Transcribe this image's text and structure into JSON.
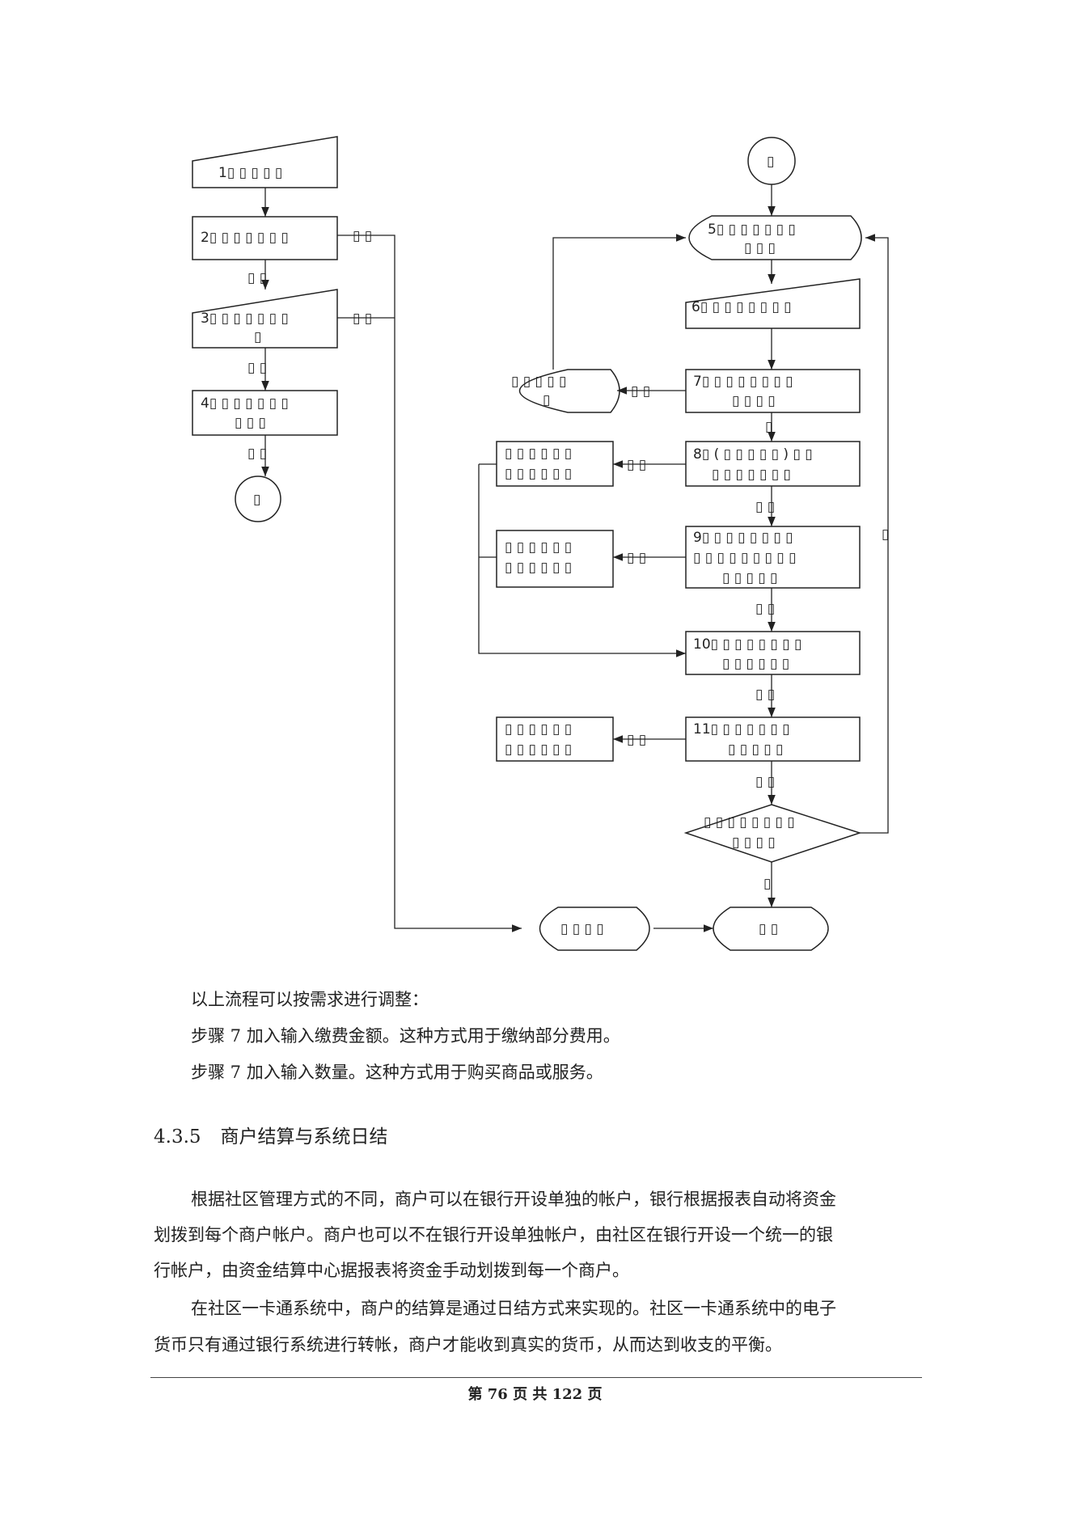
{
  "flowchart": {
    "nodes": {
      "n1": "1▯ ▯ ▯ ▯ ▯",
      "n2": "2▯ ▯ ▯ ▯ ▯ ▯ ▯",
      "n3a": "3▯ ▯ ▯ ▯ ▯ ▯ ▯",
      "n3b": "▯",
      "n4a": "4▯ ▯ ▯ ▯ ▯ ▯ ▯",
      "n4b": "▯ ▯ ▯",
      "conn_a": "▯",
      "conn_b": "▯",
      "n5a": "5▯ ▯ ▯ ▯ ▯ ▯ ▯",
      "n5b": "▯ ▯ ▯",
      "n6": "6▯ ▯ ▯ ▯ ▯ ▯ ▯ ▯",
      "n7a": "7▯ ▯ ▯ ▯ ▯ ▯ ▯ ▯",
      "n7b": "▯ ▯ ▯ ▯",
      "t7a": "▯ ▯ ▯ ▯ ▯",
      "t7b": "▯",
      "n8a": "8▯ ( ▯ ▯ ▯ ▯ ▯ ) ▯ ▯",
      "n8b": "▯ ▯ ▯ ▯ ▯ ▯ ▯",
      "b8a": "▯ ▯ ▯ ▯ ▯ ▯",
      "b8b": "▯ ▯ ▯ ▯ ▯ ▯",
      "n9a": "9▯ ▯ ▯ ▯ ▯ ▯ ▯ ▯",
      "n9b": "▯ ▯ ▯ ▯ ▯ ▯ ▯ ▯ ▯",
      "n9c": "▯ ▯ ▯ ▯ ▯",
      "b9a": "▯ ▯ ▯ ▯ ▯ ▯",
      "b9b": "▯ ▯ ▯ ▯ ▯ ▯",
      "n10a": "10▯ ▯ ▯ ▯ ▯ ▯ ▯ ▯",
      "n10b": "▯ ▯ ▯ ▯ ▯ ▯",
      "n11a": "11▯ ▯ ▯ ▯ ▯ ▯ ▯",
      "n11b": "▯ ▯ ▯ ▯ ▯",
      "b11a": "▯ ▯ ▯ ▯ ▯ ▯",
      "b11b": "▯ ▯ ▯ ▯ ▯ ▯",
      "diamond_a": "▯ ▯ ▯ ▯ ▯ ▯ ▯ ▯",
      "diamond_b": "▯ ▯ ▯ ▯",
      "end_left": "▯ ▯ ▯ ▯",
      "end_right": "▯ ▯"
    },
    "edge_labels": {
      "e2_right": "▯ ▯",
      "e3_right": "▯ ▯",
      "e2_3": "▯ ▯",
      "e3_4": "▯ ▯",
      "e4_c": "▯ ▯",
      "e7_left": "▯ ▯",
      "e7_8": "▯",
      "e8_left": "▯ ▯",
      "e8_9": "▯ ▯",
      "e9_left": "▯ ▯",
      "e9_10": "▯ ▯",
      "e10_11": "▯ ▯",
      "e11_left": "▯ ▯",
      "e11_d": "▯ ▯",
      "ed_end": "▯",
      "loop_back": "▯"
    }
  },
  "body": {
    "adjust_intro": "以上流程可以按需求进行调整：",
    "adjust_1": "步骤 7 加入输入缴费金额。这种方式用于缴纳部分费用。",
    "adjust_2": "步骤 7 加入输入数量。这种方式用于购买商品或服务。",
    "section_number": "4.3.5",
    "section_title": "商户结算与系统日结",
    "p1_l1": "根据社区管理方式的不同，商户可以在银行开设单独的帐户，银行根据报表自动将资金",
    "p1_l2": "划拨到每个商户帐户。商户也可以不在银行开设单独帐户，由社区在银行开设一个统一的银",
    "p1_l3": "行帐户，由资金结算中心据报表将资金手动划拨到每一个商户。",
    "p2_l1": "在社区一卡通系统中，商户的结算是通过日结方式来实现的。社区一卡通系统中的电子",
    "p2_l2": "货币只有通过银行系统进行转帐，商户才能收到真实的货币，从而达到收支的平衡。"
  },
  "footer": {
    "page": "第 76 页 共 122 页"
  }
}
